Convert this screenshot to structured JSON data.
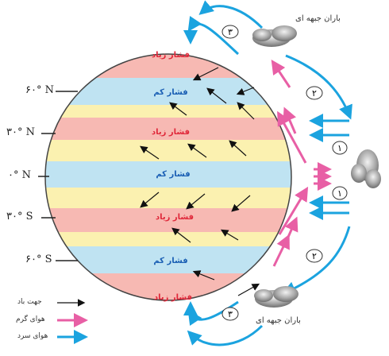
{
  "latitudes": [
    "۶۰° N",
    "۳۰° N",
    "۰° N",
    "۳۰° S",
    "۶۰° S"
  ],
  "pressure_labels": {
    "high": "فشار زیاد",
    "low": "فشار کم"
  },
  "rain_label_top": "باران جبهه ای",
  "rain_label_bottom": "باران جبهه ای",
  "cell_numbers": [
    "۳",
    "۲",
    "۱",
    "۱",
    "۲",
    "۳"
  ],
  "legend": {
    "wind": "جهت باد",
    "warm": "هوای گرم",
    "cold": "هوای سرد"
  },
  "colors": {
    "high_band": "#f7b9b3",
    "low_band": "#bfe3f2",
    "mid_band": "#fbf1b0",
    "warm_arrow": "#e85fa5",
    "cold_arrow": "#1ba3df",
    "high_text": "#e0283a",
    "low_text": "#1a5fb4"
  }
}
